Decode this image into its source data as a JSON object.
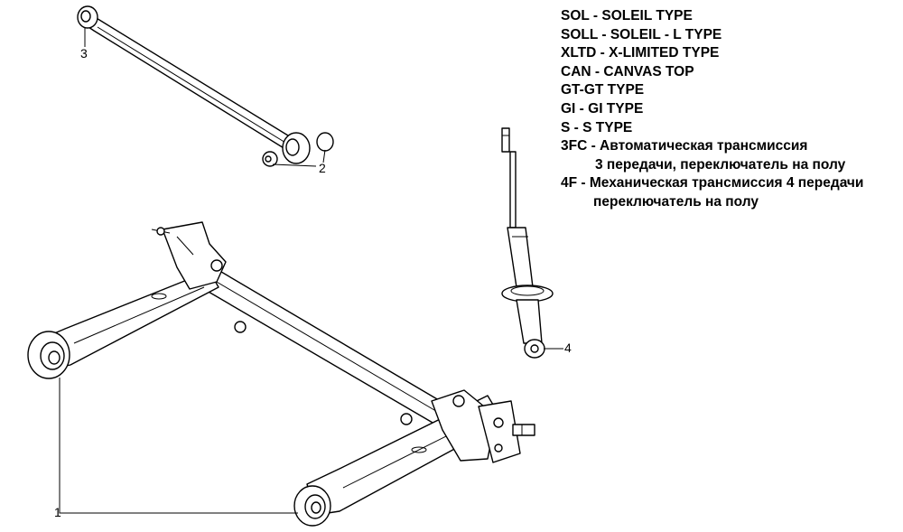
{
  "callouts": {
    "c1": "1",
    "c2": "2",
    "c3": "3",
    "c4": "4"
  },
  "legend": {
    "lines": [
      "SOL - SOLEIL TYPE",
      "SOLL - SOLEIL - L TYPE",
      "XLTD - X-LIMITED TYPE",
      "CAN - CANVAS TOP",
      "GT-GT TYPE",
      "GI - GI TYPE",
      "S - S TYPE",
      "3FC - Автоматическая трансмиссия",
      "3 передачи, переключатель на полу",
      "4F - Механическая трансмиссия 4 передачи",
      "переключатель на полу"
    ]
  }
}
